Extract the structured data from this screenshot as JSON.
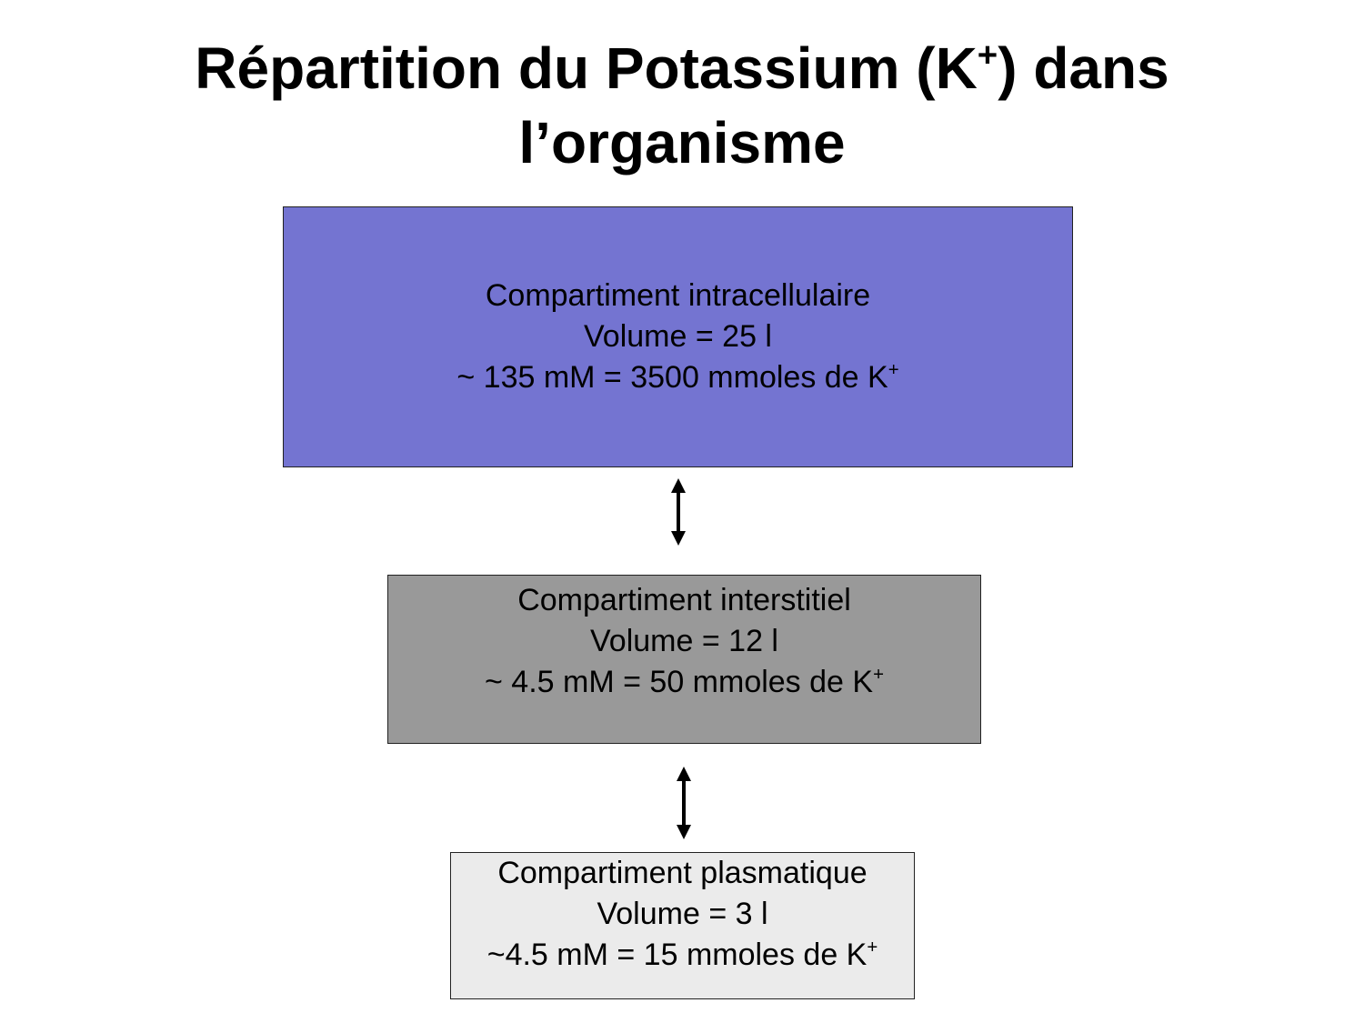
{
  "title": {
    "line1_main": "Répartition du Potassium (K",
    "line1_sup": "+",
    "line1_end": ") dans",
    "line2": "l’organisme"
  },
  "compartments": {
    "intracellular": {
      "name": "Compartiment intracellulaire",
      "volume": "Volume = 25 l",
      "concentration": "~ 135 mM = 3500 mmoles de K",
      "ion_charge": "+",
      "color": "#7474d1"
    },
    "interstitial": {
      "name": "Compartiment interstitiel",
      "volume": "Volume = 12 l",
      "concentration": "~ 4.5 mM = 50 mmoles de K",
      "ion_charge": "+",
      "color": "#999999"
    },
    "plasma": {
      "name": "Compartiment plasmatique",
      "volume": "Volume = 3 l",
      "concentration": "~4.5 mM = 15 mmoles de K",
      "ion_charge": "+",
      "color": "#ebebeb"
    }
  },
  "connectors": [
    {
      "from": "intracellular",
      "to": "interstitial",
      "icon": "double-arrow-vertical-icon"
    },
    {
      "from": "interstitial",
      "to": "plasma",
      "icon": "double-arrow-vertical-icon"
    }
  ]
}
